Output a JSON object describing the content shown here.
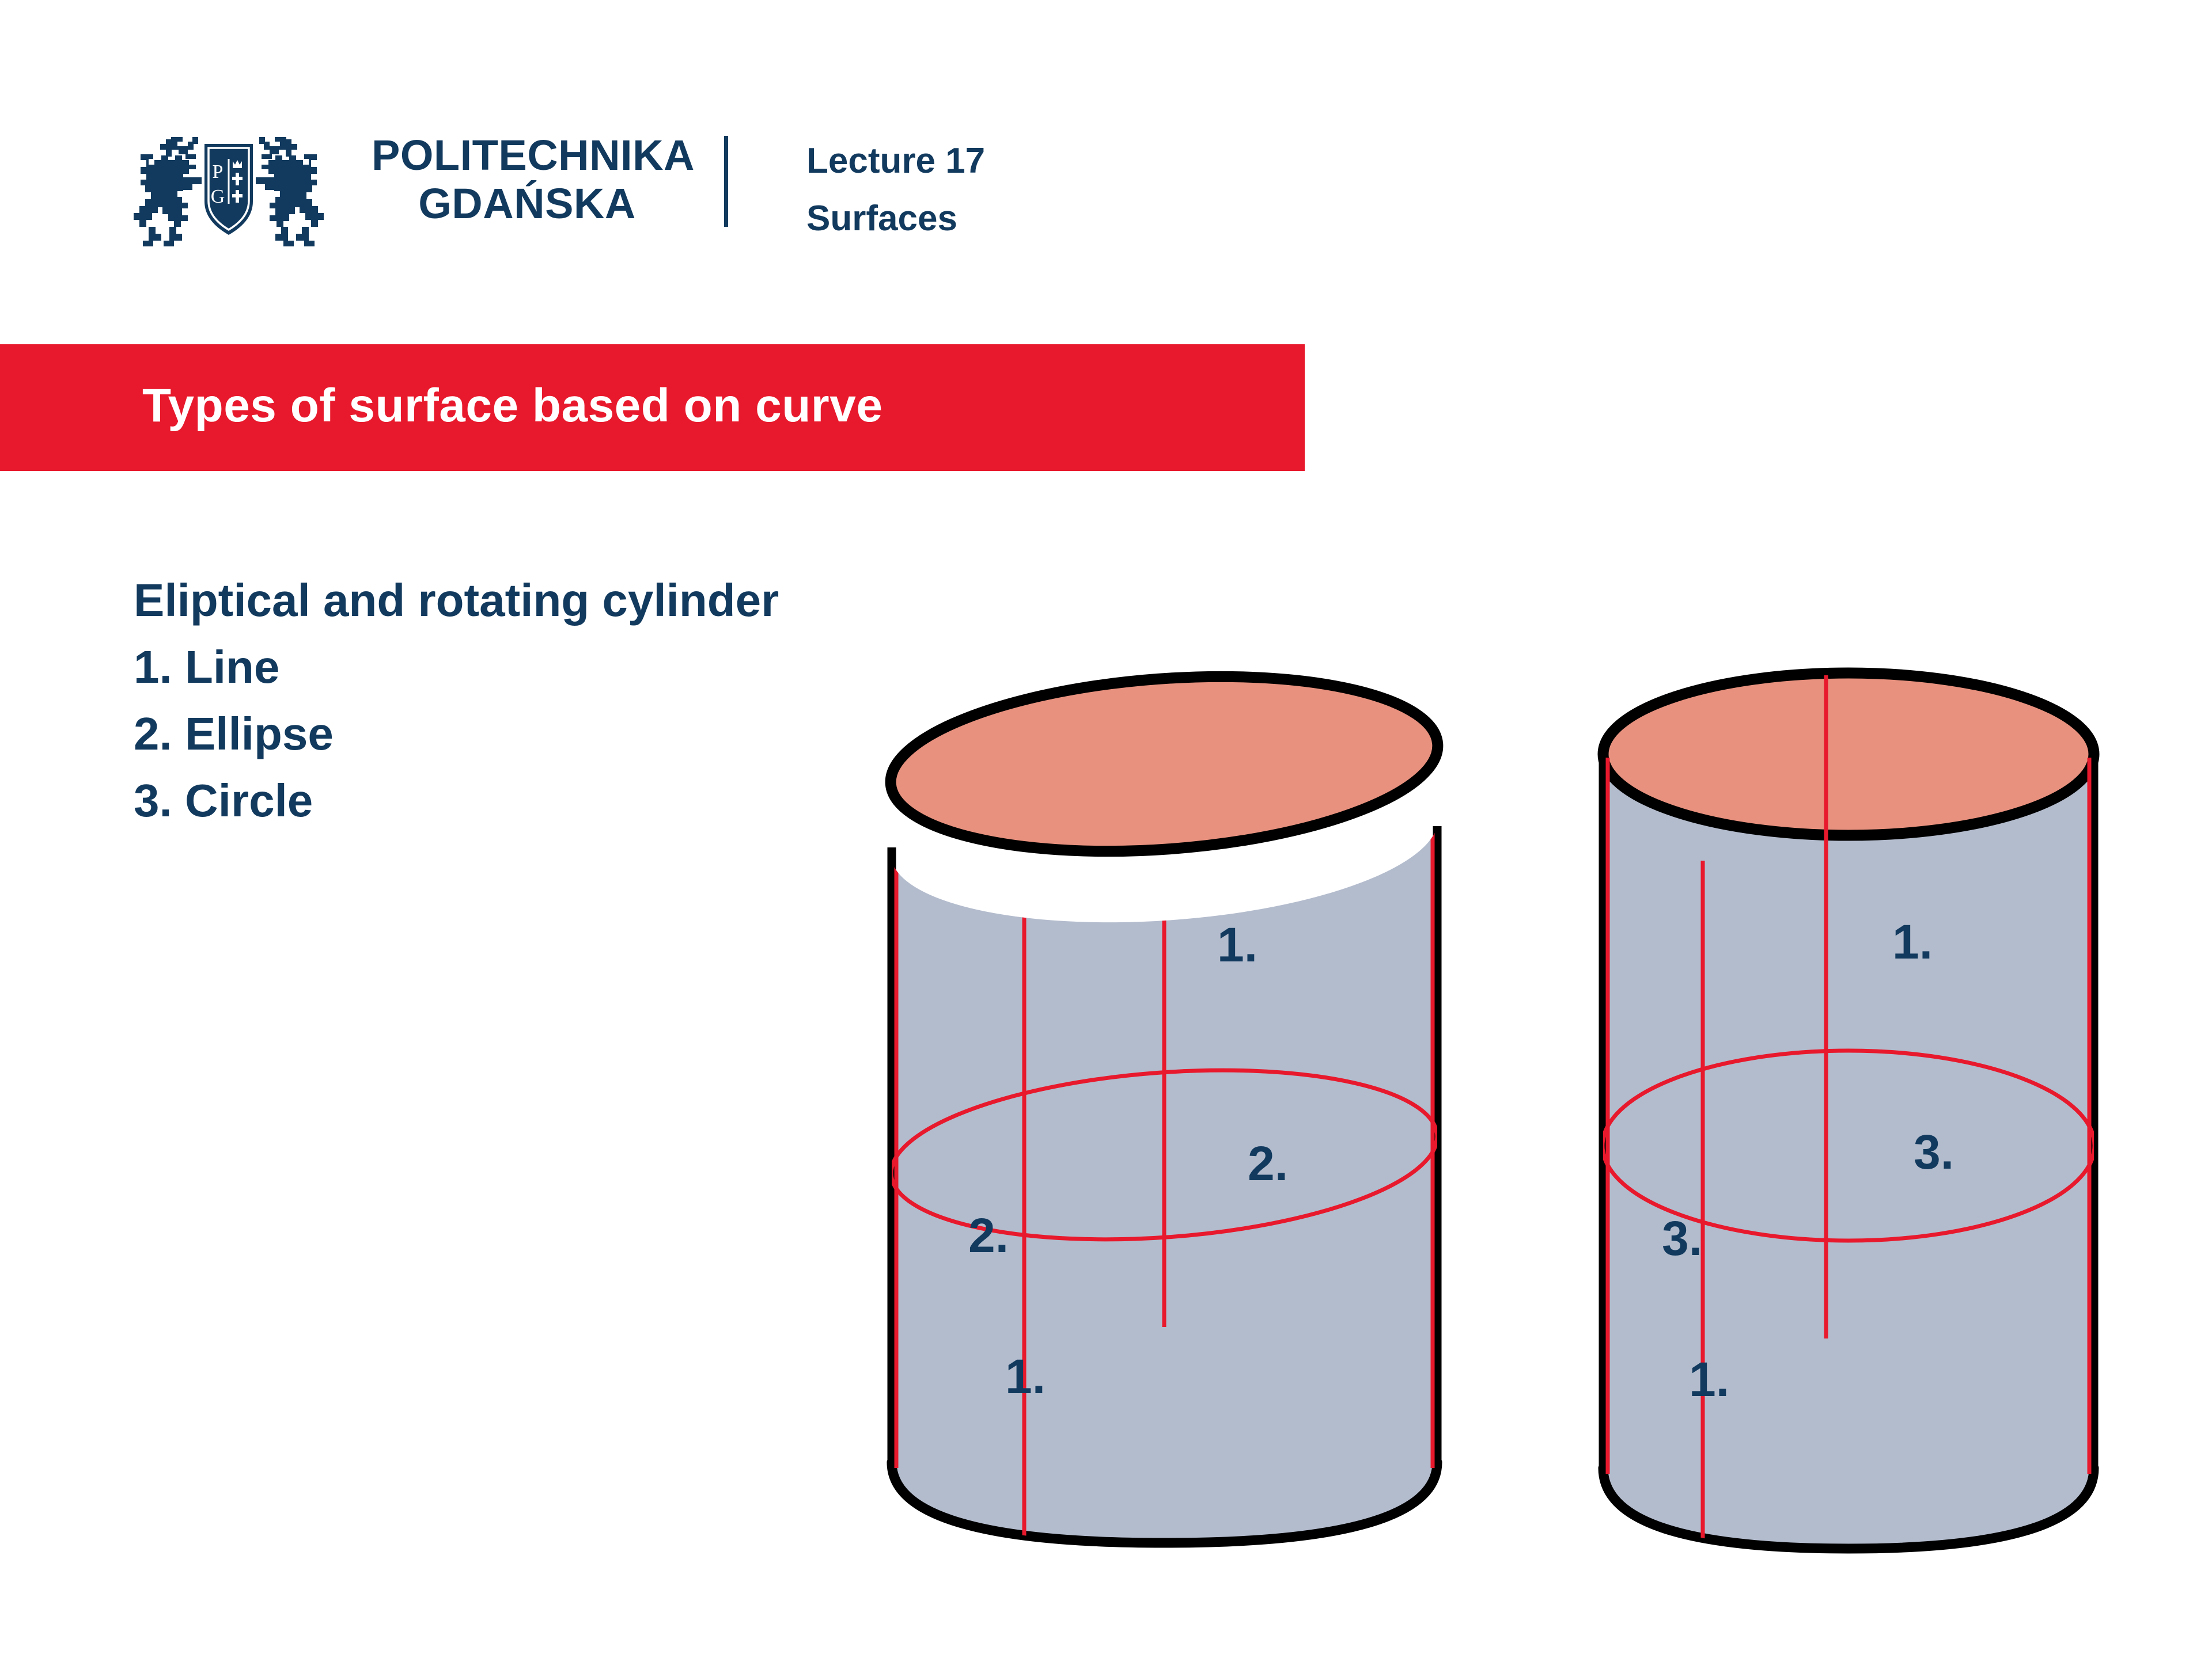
{
  "slide": {
    "background_color": "#ffffff",
    "brand_navy": "#123A5E",
    "brand_red": "#E8192C"
  },
  "header": {
    "logo": {
      "icon_name": "gdansk-tech-crest-logo",
      "shield_letters": [
        "P",
        "G"
      ],
      "crest_symbols": [
        "crown",
        "cross",
        "cross"
      ],
      "supporter_count": 2
    },
    "wordmark": {
      "line1": "POLITECHNIKA",
      "line2": "GDAŃSKA"
    },
    "divider_icon": "vertical-divider",
    "lecture": {
      "line1": "Lecture 17",
      "line2": "Surfaces"
    }
  },
  "title_banner": {
    "text": "Types of surface based on curve",
    "background_color": "#E8192C",
    "text_color": "#ffffff"
  },
  "body": {
    "heading": "Eliptical and rotating cylinder",
    "items": [
      "1. Line",
      "2. Ellipse",
      "3. Circle"
    ]
  },
  "figure": {
    "caption_color": "#123A5E",
    "outline_color": "#000000",
    "top_face_color": "#E8917E",
    "side_face_color": "#B3BCCD",
    "construction_line_color": "#E8192C",
    "cylinders": [
      {
        "name": "eliptical-cylinder",
        "top_curve_type": "ellipse",
        "top_tilted": true,
        "labels": [
          {
            "text": "1.",
            "meaning": "Line",
            "position": "upper-right"
          },
          {
            "text": "2.",
            "meaning": "Ellipse",
            "position": "middle-right"
          },
          {
            "text": "2.",
            "meaning": "Ellipse",
            "position": "middle-left"
          },
          {
            "text": "1.",
            "meaning": "Line",
            "position": "lower-center"
          }
        ]
      },
      {
        "name": "rotating-cylinder",
        "top_curve_type": "circle",
        "top_tilted": false,
        "labels": [
          {
            "text": "1.",
            "meaning": "Line",
            "position": "upper-right"
          },
          {
            "text": "3.",
            "meaning": "Circle",
            "position": "middle-right"
          },
          {
            "text": "3.",
            "meaning": "Circle",
            "position": "middle-left"
          },
          {
            "text": "1.",
            "meaning": "Line",
            "position": "lower-center"
          }
        ]
      }
    ],
    "label_texts": {
      "left_upper_right": "1.",
      "left_middle_right": "2.",
      "left_middle_left": "2.",
      "left_lower": "1.",
      "right_upper_right": "1.",
      "right_middle_right": "3.",
      "right_middle_left": "3.",
      "right_lower": "1."
    }
  }
}
